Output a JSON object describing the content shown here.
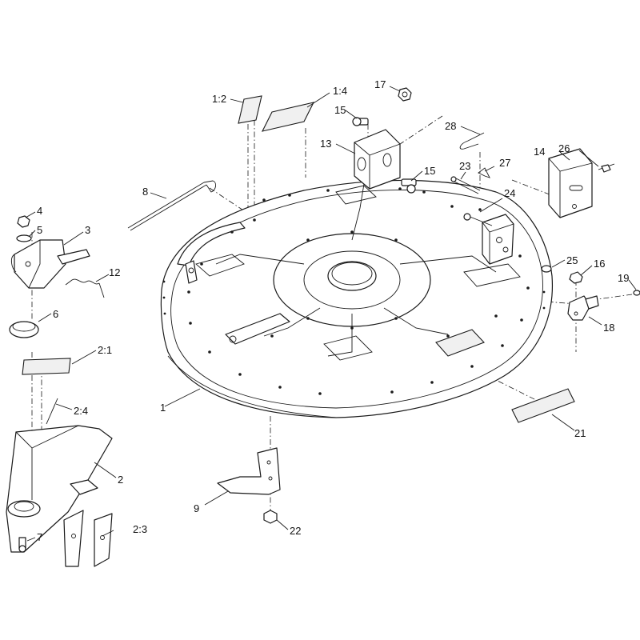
{
  "callouts": [
    {
      "id": "c1",
      "text": "1"
    },
    {
      "id": "c1_2",
      "text": "1:2"
    },
    {
      "id": "c1_4",
      "text": "1:4"
    },
    {
      "id": "c2",
      "text": "2"
    },
    {
      "id": "c2_1",
      "text": "2:1"
    },
    {
      "id": "c2_3",
      "text": "2:3"
    },
    {
      "id": "c2_4",
      "text": "2:4"
    },
    {
      "id": "c3",
      "text": "3"
    },
    {
      "id": "c4",
      "text": "4"
    },
    {
      "id": "c5",
      "text": "5"
    },
    {
      "id": "c6",
      "text": "6"
    },
    {
      "id": "c7",
      "text": "7"
    },
    {
      "id": "c8",
      "text": "8"
    },
    {
      "id": "c9",
      "text": "9"
    },
    {
      "id": "c12",
      "text": "12"
    },
    {
      "id": "c13",
      "text": "13"
    },
    {
      "id": "c14",
      "text": "14"
    },
    {
      "id": "c15a",
      "text": "15"
    },
    {
      "id": "c15b",
      "text": "15"
    },
    {
      "id": "c16",
      "text": "16"
    },
    {
      "id": "c17",
      "text": "17"
    },
    {
      "id": "c18",
      "text": "18"
    },
    {
      "id": "c19",
      "text": "19"
    },
    {
      "id": "c21",
      "text": "21"
    },
    {
      "id": "c22",
      "text": "22"
    },
    {
      "id": "c23",
      "text": "23"
    },
    {
      "id": "c24",
      "text": "24"
    },
    {
      "id": "c25",
      "text": "25"
    },
    {
      "id": "c26",
      "text": "26"
    },
    {
      "id": "c27",
      "text": "27"
    },
    {
      "id": "c28",
      "text": "28"
    }
  ]
}
